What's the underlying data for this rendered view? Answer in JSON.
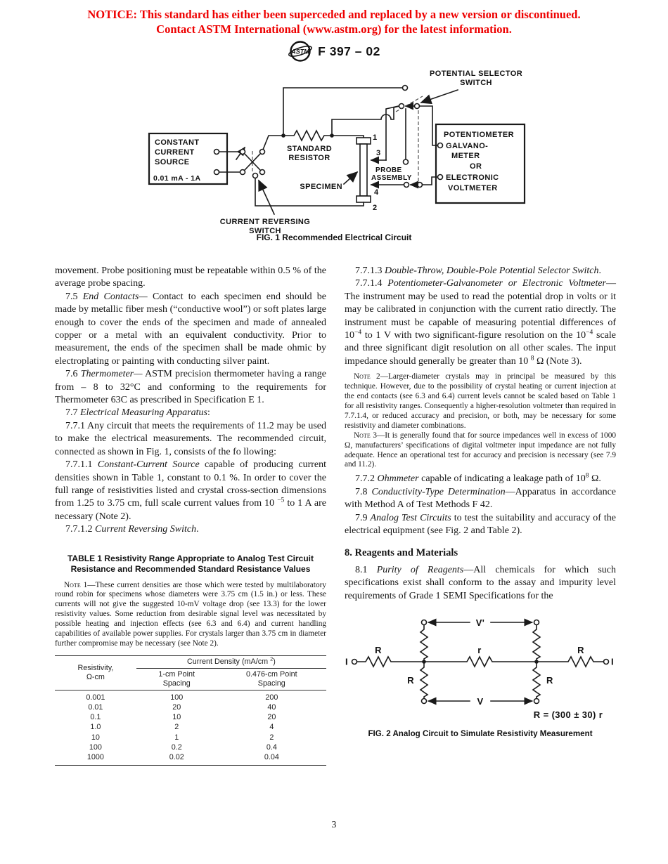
{
  "notice": {
    "color": "#ee0000",
    "line1": "NOTICE: This standard has either been superceded and replaced by a new version or discontinued.",
    "line2": "Contact ASTM International (www.astm.org) for the latest information."
  },
  "header": {
    "logo": "astm-logo",
    "doc_number": "F 397 – 02"
  },
  "fig1": {
    "caption": "FIG. 1 Recommended Electrical Circuit",
    "labels": {
      "potential_selector_1": "POTENTIAL SELECTOR",
      "potential_selector_2": "SWITCH",
      "ccs_1": "CONSTANT",
      "ccs_2": "CURRENT",
      "ccs_3": "SOURCE",
      "ccs_range": "0.01 mA - 1A",
      "std_res_1": "STANDARD",
      "std_res_2": "RESISTOR",
      "specimen": "SPECIMEN",
      "probe_1": "PROBE",
      "probe_2": "ASSEMBLY",
      "crs_1": "CURRENT REVERSING",
      "crs_2": "SWITCH",
      "pot_1": "POTENTIOMETER",
      "pot_2": "GALVANO-",
      "pot_3": "METER",
      "pot_4": "OR",
      "pot_5": "ELECTRONIC",
      "pot_6": "VOLTMETER",
      "t1": "1",
      "t2": "2",
      "t3": "3",
      "t4": "4"
    }
  },
  "left": {
    "paragraphs": [
      {
        "runs": [
          {
            "t": "movement. Probe positioning must be repeatable within 0.5 % of the average probe spacing."
          }
        ]
      },
      {
        "runs": [
          {
            "t": "7.5 "
          },
          {
            "t": "End Contacts—",
            "i": 1
          },
          {
            "t": " Contact to each specimen end should be made by metallic fiber mesh (“conductive wool”) or soft plates large enough to cover the ends of the specimen and made of annealed copper or a metal with an equivalent conductivity. Prior to measurement, the ends of the specimen shall be made ohmic by electroplating or painting with conducting silver paint."
          }
        ]
      },
      {
        "runs": [
          {
            "t": "7.6 "
          },
          {
            "t": "Thermometer—",
            "i": 1
          },
          {
            "t": " ASTM precision thermometer having a range from – 8 to 32°C and conforming to the requirements for Thermometer 63C as prescribed in Specification E 1."
          }
        ]
      },
      {
        "runs": [
          {
            "t": "7.7 "
          },
          {
            "t": "Electrical Measuring Apparatus",
            "i": 1
          },
          {
            "t": ":"
          }
        ]
      },
      {
        "runs": [
          {
            "t": "7.7.1 Any circuit that meets the requirements of 11.2 may be used to make the electrical measurements. The recommended circuit, connected as shown in Fig. 1, consists of the fo llowing:"
          }
        ]
      },
      {
        "runs": [
          {
            "t": "7.7.1.1 "
          },
          {
            "t": "Constant-Current Source",
            "i": 1
          },
          {
            "t": " capable of producing current densities shown in Table 1, constant to 0.1 %. In order to cover the full range of resistivities listed and crystal cross-section dimensions from 1.25 to 3.75 cm, full scale current values from 10 "
          },
          {
            "t": "−5",
            "sup": 1
          },
          {
            "t": " to 1 A are necessary (Note 2)."
          }
        ]
      },
      {
        "runs": [
          {
            "t": "7.7.1.2 "
          },
          {
            "t": "Current Reversing Switch",
            "i": 1
          },
          {
            "t": "."
          }
        ]
      }
    ]
  },
  "table1": {
    "title_1": "TABLE 1 Resistivity Range Appropriate to Analog Test Circuit",
    "title_2": "Resistance and Recommended Standard Resistance Values",
    "note_runs": [
      {
        "t": "Note",
        "sc": 1
      },
      {
        "t": " 1—These current densities are those which were tested by multilaboratory round robin for specimens whose diameters were 3.75 cm (1.5 in.) or less. These currents will not give the suggested 10-mV voltage drop (see 13.3) for the lower resistivity values. Some reduction from desirable signal level was necessitated by possible heating and injection effects (see 6.3 and 6.4) and current handling capabilities of available power supplies. For crystals larger than 3.75 cm in diameter further compromise may be necessary (see Note 2)."
      }
    ],
    "col_resistivity": "Resistivity,\nΩ-cm",
    "group_header_runs": [
      {
        "t": "Current Density (mA/cm "
      },
      {
        "t": "2",
        "sup": 1
      },
      {
        "t": ")"
      }
    ],
    "col_spacing_1": "1-cm Point\nSpacing",
    "col_spacing_2": "0.476-cm Point\nSpacing",
    "rows": [
      [
        "0.001",
        "100",
        "200"
      ],
      [
        "0.01",
        "20",
        "40"
      ],
      [
        "0.1",
        "10",
        "20"
      ],
      [
        "1.0",
        "2",
        "4"
      ],
      [
        "10",
        "1",
        "2"
      ],
      [
        "100",
        "0.2",
        "0.4"
      ],
      [
        "1000",
        "0.02",
        "0.04"
      ]
    ]
  },
  "right": {
    "para_7713": {
      "runs": [
        {
          "t": "7.7.1.3 "
        },
        {
          "t": "Double-Throw, Double-Pole Potential Selector Switch",
          "i": 1
        },
        {
          "t": "."
        }
      ]
    },
    "para_7714": {
      "runs": [
        {
          "t": "7.7.1.4 "
        },
        {
          "t": "Potentiometer-Galvanometer or Electronic Voltmeter",
          "i": 1
        },
        {
          "t": "—The instrument may be used to read the potential drop in volts or it may be calibrated in conjunction with the current ratio directly. The instrument must be capable of measuring potential differences of 10"
        },
        {
          "t": "−4",
          "sup": 1
        },
        {
          "t": " to 1 V with two significant-figure resolution on the 10"
        },
        {
          "t": "−4",
          "sup": 1
        },
        {
          "t": " scale and three significant digit resolution on all other scales. The input impedance should generally be greater than 10 "
        },
        {
          "t": "8",
          "sup": 1
        },
        {
          "t": " Ω (Note 3)."
        }
      ]
    },
    "note2_runs": [
      {
        "t": "Note",
        "sc": 1
      },
      {
        "t": " 2—Larger-diameter crystals may in principal be measured by this technique. However, due to the possibility of crystal heating or current injection at the end contacts (see 6.3 and 6.4) current levels cannot be scaled based on Table 1 for all resistivity ranges. Consequently a higher-resolution voltmeter than required in 7.7.1.4, or reduced accuracy and precision, or both, may be necessary for some resistivity and diameter combinations."
      }
    ],
    "note3_runs": [
      {
        "t": "Note",
        "sc": 1
      },
      {
        "t": " 3—It is generally found that for source impedances well in excess of 1000 Ω, manufacturers’ specifications of digital voltmeter input impedance are not fully adequate. Hence an operational test for accuracy and precision is necessary (see 7.9 and 11.2)."
      }
    ],
    "para_772": {
      "runs": [
        {
          "t": "7.7.2 "
        },
        {
          "t": "Ohmmeter",
          "i": 1
        },
        {
          "t": " capable of indicating a leakage path of 10"
        },
        {
          "t": "8",
          "sup": 1
        },
        {
          "t": " Ω."
        }
      ]
    },
    "para_78": {
      "runs": [
        {
          "t": "7.8 "
        },
        {
          "t": "Conductivity-Type Determination",
          "i": 1
        },
        {
          "t": "—Apparatus in accordance with Method A of Test Methods F 42."
        }
      ]
    },
    "para_79": {
      "runs": [
        {
          "t": "7.9 "
        },
        {
          "t": "Analog Test Circuits",
          "i": 1
        },
        {
          "t": " to test the suitability and accuracy of the electrical equipment (see Fig. 2 and Table 2)."
        }
      ]
    },
    "heading_8": "8. Reagents and Materials",
    "para_81": {
      "runs": [
        {
          "t": "8.1 "
        },
        {
          "t": "Purity of Reagents",
          "i": 1
        },
        {
          "t": "—All chemicals for which such specifications exist shall conform to the assay and impurity level requirements of Grade 1 SEMI Specifications for the"
        }
      ]
    }
  },
  "fig2": {
    "caption": "FIG. 2 Analog Circuit to Simulate Resistivity Measurement",
    "labels": {
      "vprime": "V'",
      "v": "V",
      "i_left": "I",
      "i_right": "I",
      "r_top_left": "R",
      "r_mid": "r",
      "r_top_right": "R",
      "r_bot_left": "R",
      "r_bot_right": "R",
      "equation": "R = (300 ± 30) r"
    }
  },
  "footer": {
    "page_number": "3"
  }
}
